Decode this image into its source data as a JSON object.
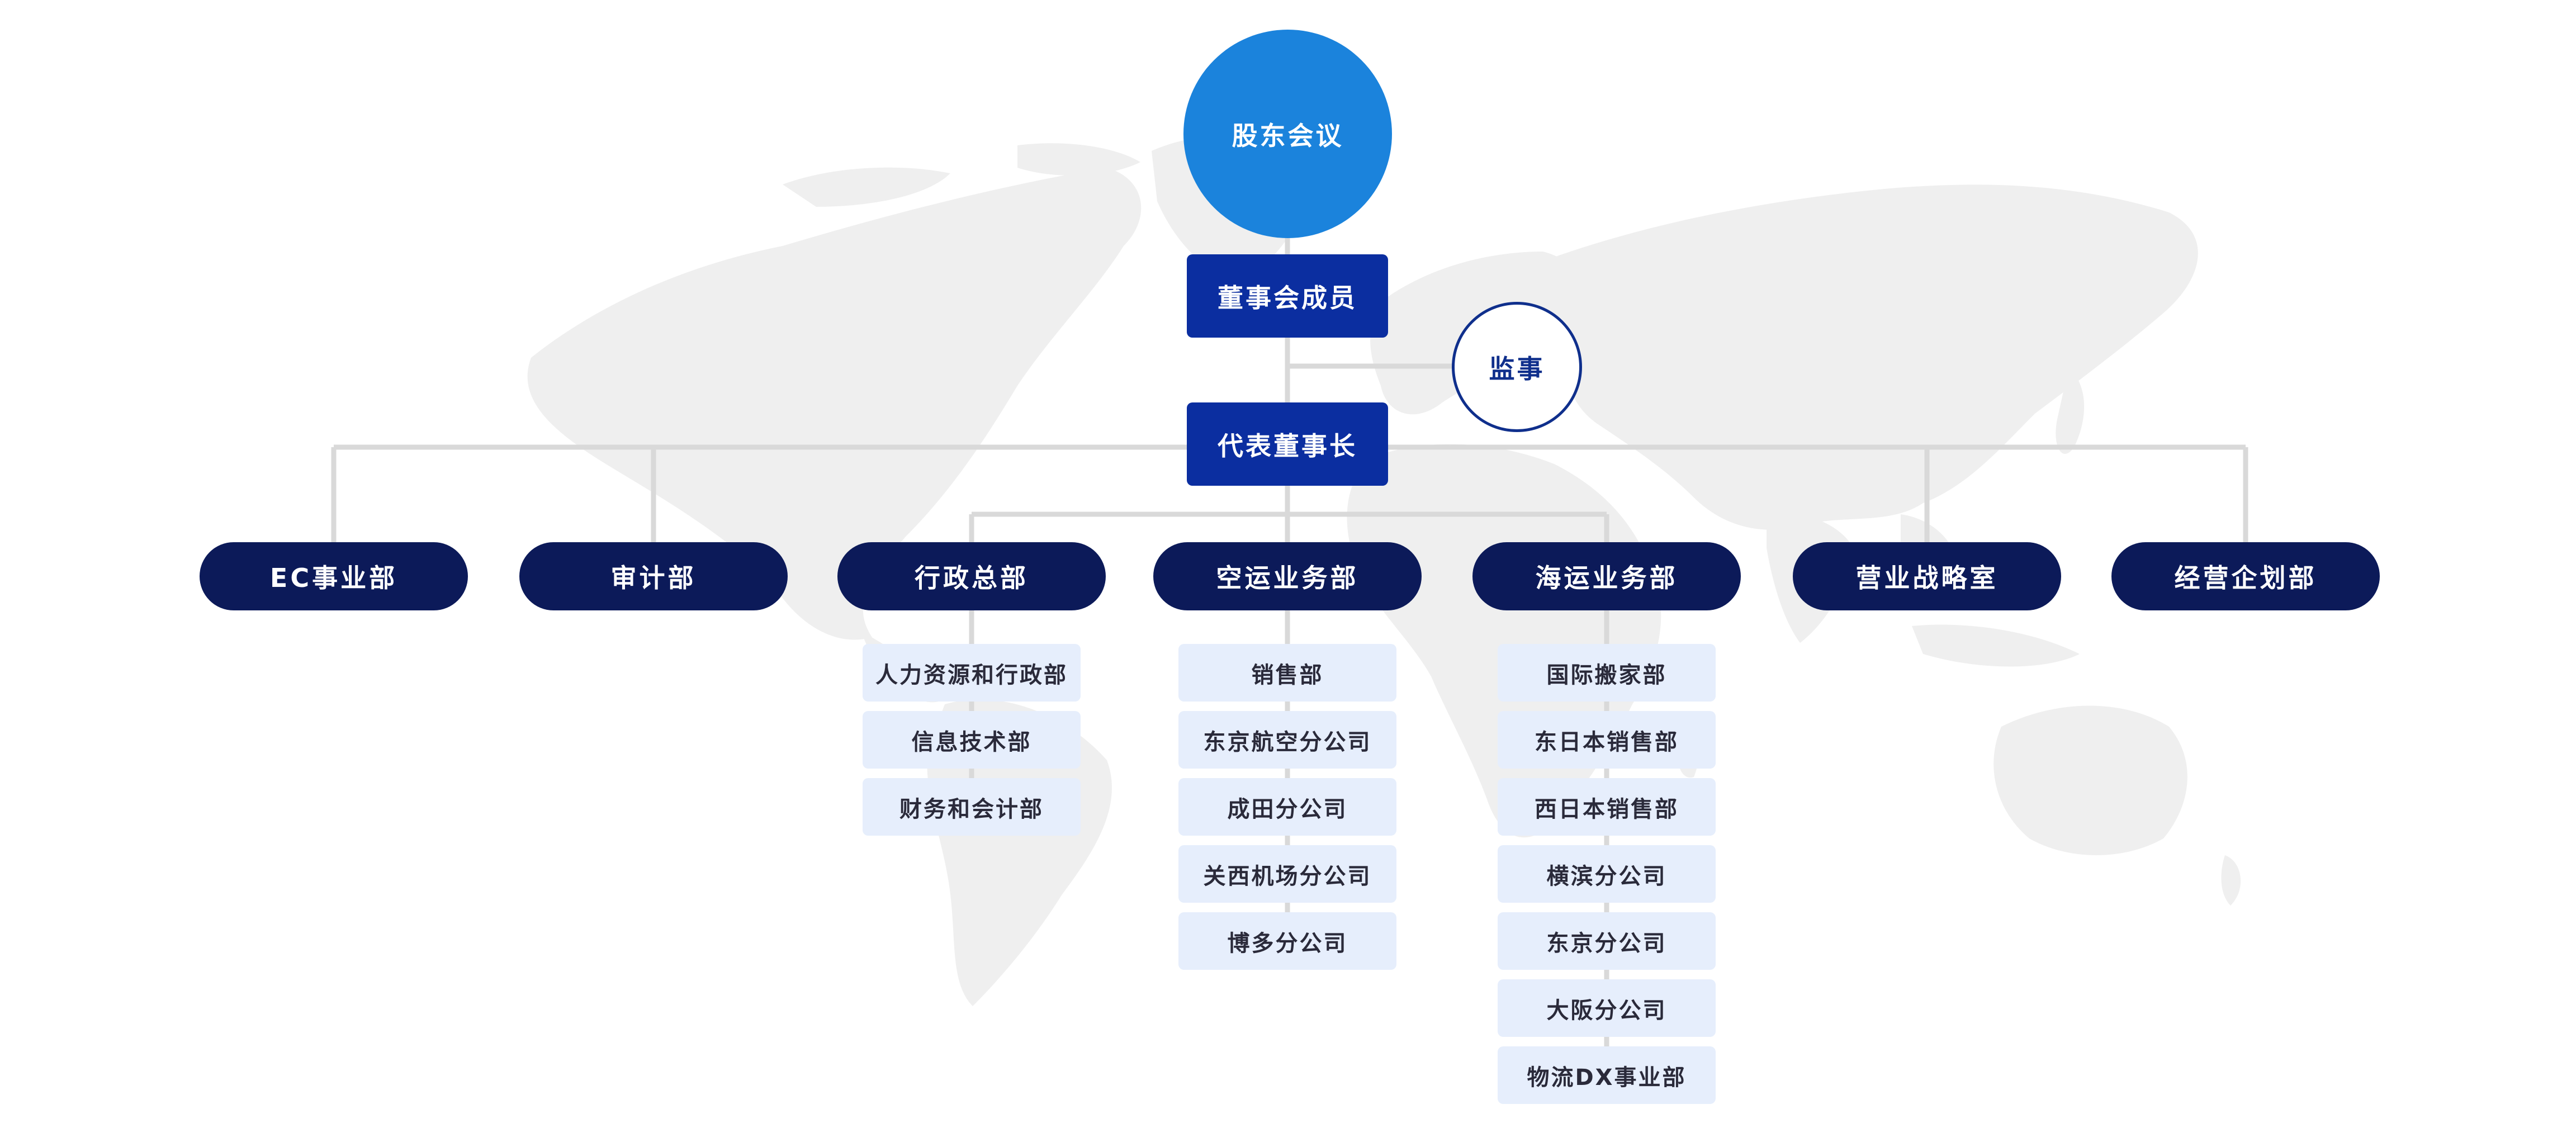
{
  "chart_data": {
    "type": "org-chart",
    "root": {
      "label": "股东会议",
      "children": [
        {
          "label": "董事会成员",
          "children": [
            {
              "label": "代表董事长",
              "side": {
                "label": "监事"
              },
              "children": [
                {
                  "label": "EC事业部",
                  "children": []
                },
                {
                  "label": "审计部",
                  "children": []
                },
                {
                  "label": "行政总部",
                  "children": [
                    "人力资源和行政部",
                    "信息技术部",
                    "财务和会计部"
                  ]
                },
                {
                  "label": "空运业务部",
                  "children": [
                    "销售部",
                    "东京航空分公司",
                    "成田分公司",
                    "关西机场分公司",
                    "博多分公司"
                  ]
                },
                {
                  "label": "海运业务部",
                  "children": [
                    "国际搬家部",
                    "东日本销售部",
                    "西日本销售部",
                    "横滨分公司",
                    "东京分公司",
                    "大阪分公司",
                    "物流DX事业部"
                  ]
                },
                {
                  "label": "营业战略室",
                  "children": []
                },
                {
                  "label": "经营企划部",
                  "children": []
                }
              ]
            }
          ]
        }
      ]
    }
  },
  "colors": {
    "top_circle": "#1b83dc",
    "board": "#0b2ea0",
    "department": "#0c1a59",
    "sub_unit": "#e6eefc",
    "connector": "#d9d9d9",
    "map": "#efefef"
  },
  "top": {
    "label": "股东会议"
  },
  "board": {
    "label": "董事会成员"
  },
  "auditor": {
    "label": "监事"
  },
  "chairman": {
    "label": "代表董事长"
  },
  "departments": [
    {
      "label": "EC事业部",
      "subs": []
    },
    {
      "label": "审计部",
      "subs": []
    },
    {
      "label": "行政总部",
      "subs": [
        "人力资源和行政部",
        "信息技术部",
        "财务和会计部"
      ]
    },
    {
      "label": "空运业务部",
      "subs": [
        "销售部",
        "东京航空分公司",
        "成田分公司",
        "关西机场分公司",
        "博多分公司"
      ]
    },
    {
      "label": "海运业务部",
      "subs": [
        "国际搬家部",
        "东日本销售部",
        "西日本销售部",
        "横滨分公司",
        "东京分公司",
        "大阪分公司",
        "物流DX事业部"
      ]
    },
    {
      "label": "营业战略室",
      "subs": []
    },
    {
      "label": "经营企划部",
      "subs": []
    }
  ]
}
